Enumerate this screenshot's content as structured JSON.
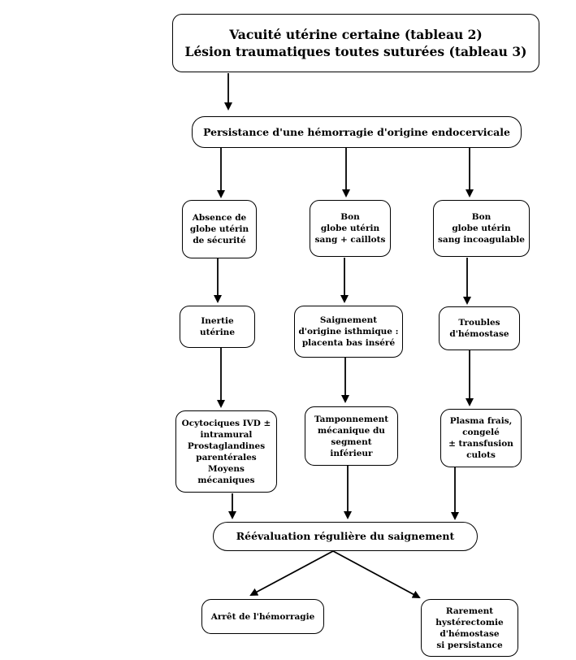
{
  "nodes": {
    "top": "Vacuité utérine certaine (tableau 2)\nLésion traumatiques toutes suturées (tableau 3)",
    "persistance": "Persistance d'une hémorragie d'origine endocervicale",
    "absence_globe": "Absence de\nglobe utérin\nde sécurité",
    "bon_globe_caillots": "Bon\nglobe utérin\nsang + caillots",
    "bon_globe_incoag": "Bon\nglobe utérin\nsang incoagulable",
    "inertie": "Inertie\nutérine",
    "saignement_isthmique": "Saignement\nd'origine isthmique :\nplacenta bas inséré",
    "troubles_hemostase": "Troubles\nd'hémostase",
    "ocytociques": "Ocytociques IVD ±\nintramural\nProstaglandines\nparentérales\nMoyens\nmécaniques",
    "tamponnement": "Tamponnement\nmécanique du\nsegment\ninférieur",
    "plasma": "Plasma frais,\ncongelé\n± transfusion\nculots",
    "reevaluation": "Réévaluation régulière du saignement",
    "arret": "Arrêt de l'hémorragie",
    "rarement": "Rarement\nhystérectomie\nd'hémostase\nsi persistance"
  },
  "colors": {
    "stroke": "#000000",
    "background": "#ffffff"
  }
}
